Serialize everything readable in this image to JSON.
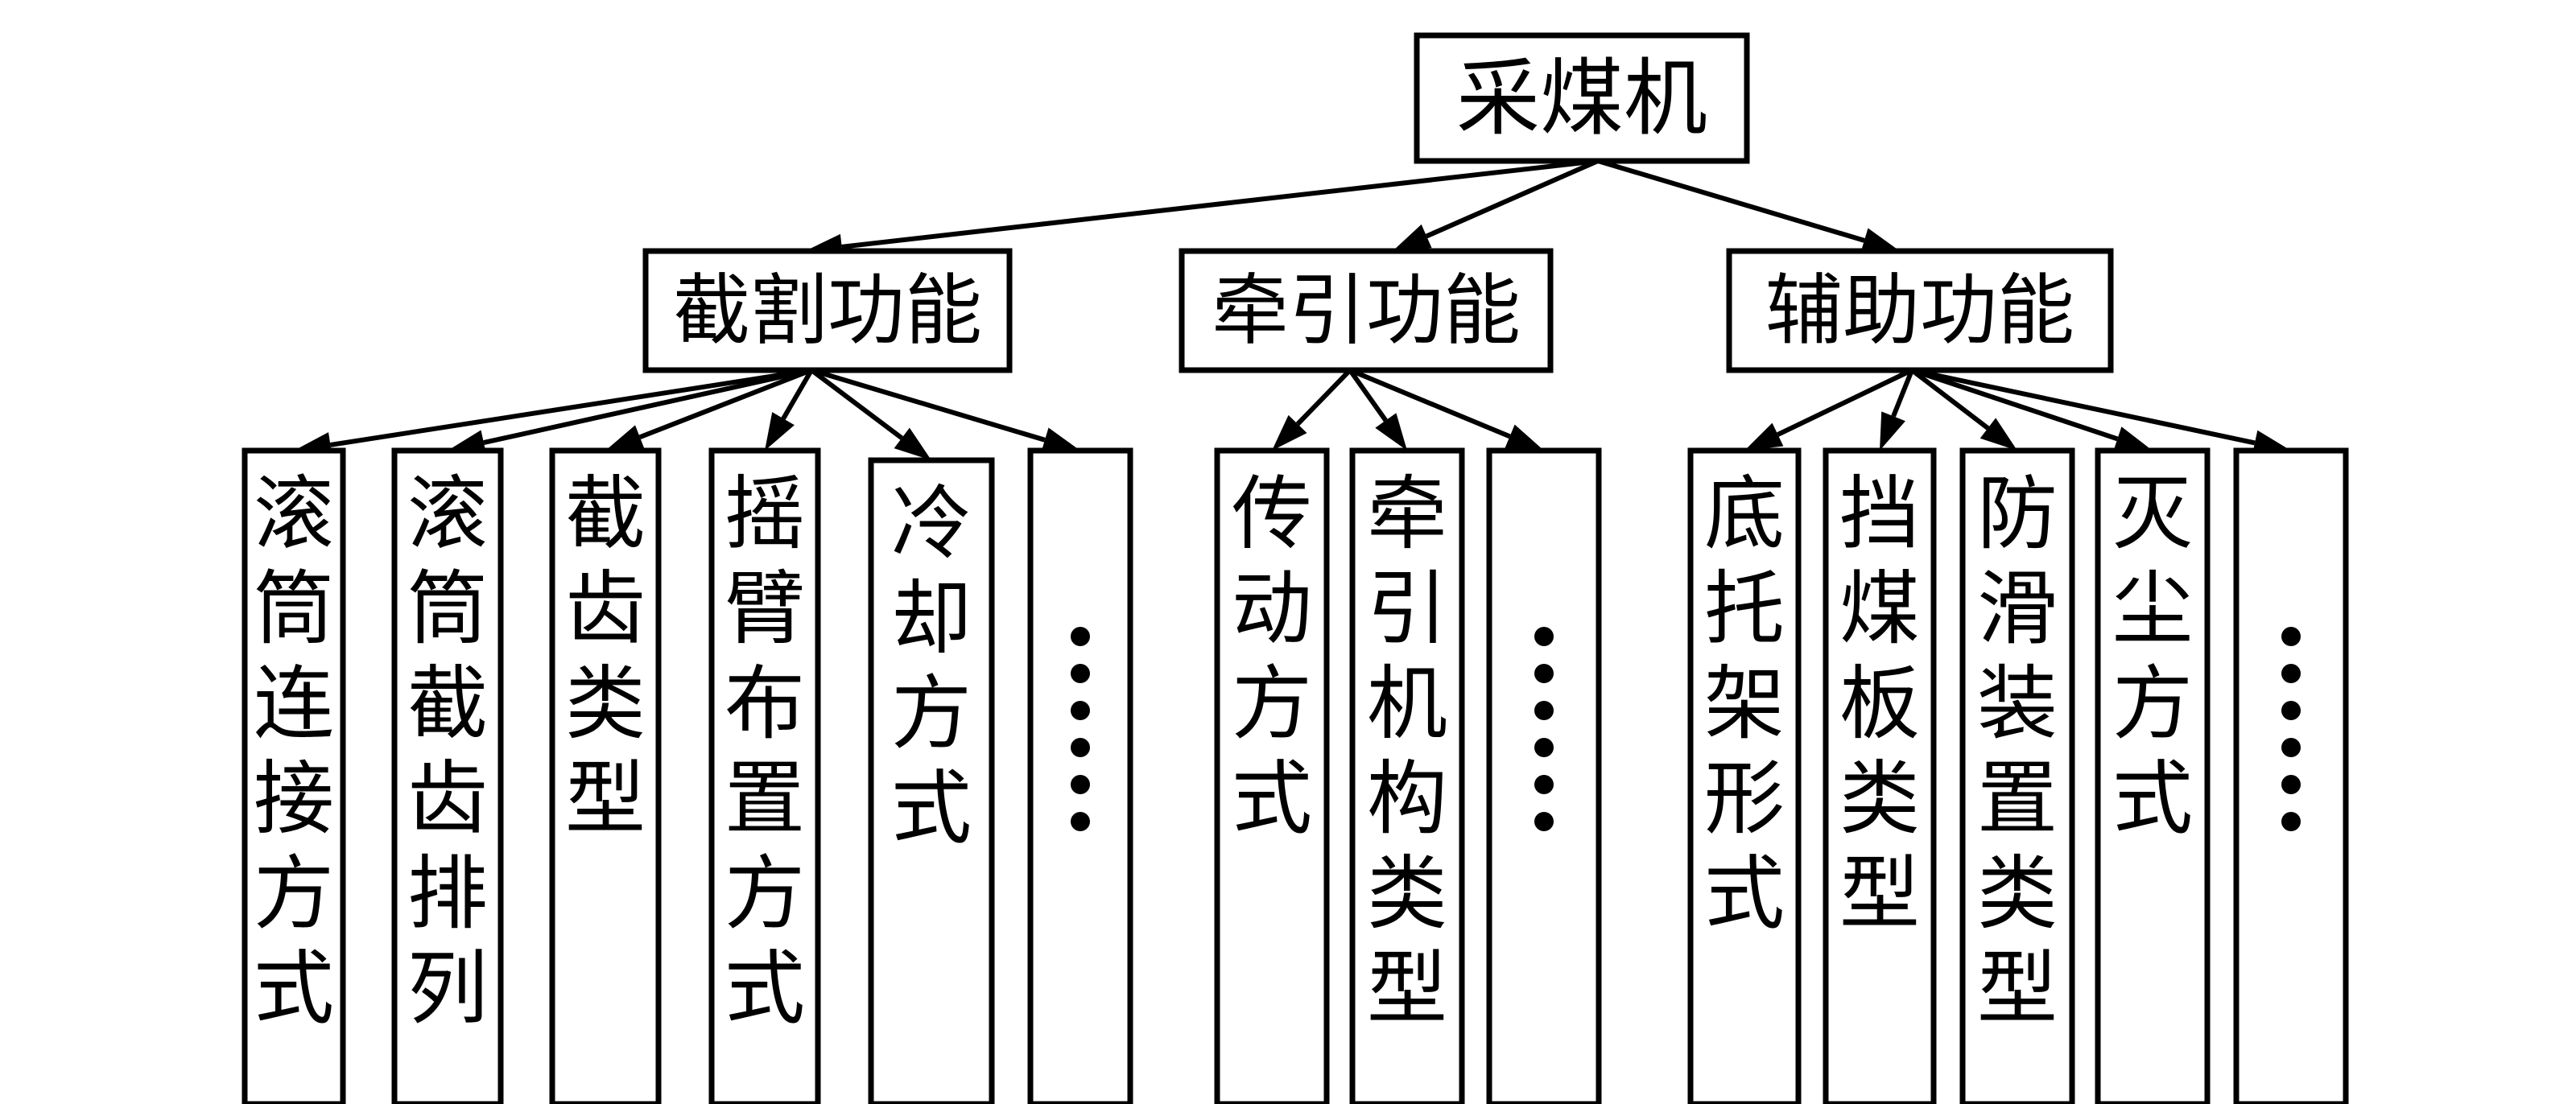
{
  "diagram": {
    "root": {
      "label": "采煤机"
    },
    "groups": [
      {
        "label": "截割功能",
        "leaves": [
          "滚筒连接方式",
          "滚筒截齿排列",
          "截齿类型",
          "摇臂布置方式",
          "冷却方式",
          "……"
        ]
      },
      {
        "label": "牵引功能",
        "leaves": [
          "传动方式",
          "牵引机构类型",
          "……"
        ]
      },
      {
        "label": "辅助功能",
        "leaves": [
          "底托架形式",
          "挡煤板类型",
          "防滑装置类型",
          "灭尘方式",
          "……"
        ]
      }
    ]
  }
}
